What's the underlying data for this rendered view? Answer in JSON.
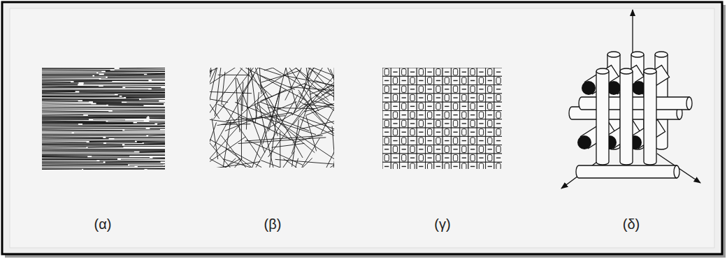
{
  "diagram": {
    "labels": [
      "(α)",
      "(β)",
      "(γ)",
      "(δ)"
    ]
  }
}
